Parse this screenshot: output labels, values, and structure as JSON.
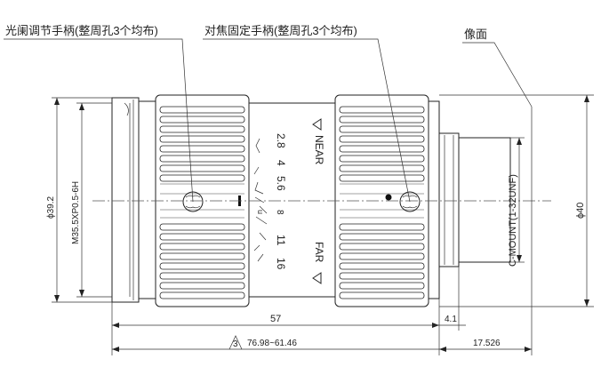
{
  "callouts": {
    "aperture_handle": "光阑调节手柄(整周孔3个均布)",
    "focus_handle": "对焦固定手柄(整周孔3个均布)",
    "image_plane": "像面"
  },
  "markings": {
    "near": "NEAR",
    "far": "FAR",
    "f_numbers": [
      "2.8",
      "4",
      "5.6",
      "8",
      "11",
      "16"
    ]
  },
  "dimensions": {
    "thread": "M35.5XP0.5-6H",
    "front_diameter": "ϕ39.2",
    "rear_diameter": "ϕ40",
    "mount": "C-MOUNT(1-32UNF)",
    "body_length": "57",
    "mount_length": "4.1",
    "total_length": "76.98~61.46",
    "total_length_flag": "3",
    "flange_distance": "17.526"
  }
}
